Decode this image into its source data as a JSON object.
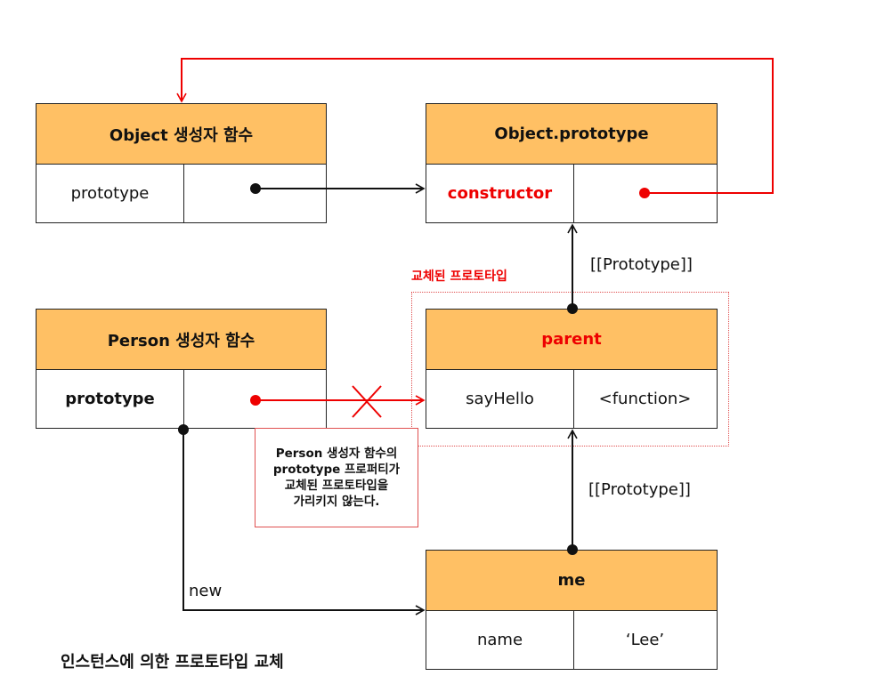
{
  "boxes": {
    "object_ctor": {
      "title": "Object 생성자 함수",
      "left": "prototype",
      "right": ""
    },
    "object_proto": {
      "title": "Object.prototype",
      "left": "constructor",
      "right": ""
    },
    "person_ctor": {
      "title": "Person 생성자 함수",
      "left": "prototype",
      "right": ""
    },
    "parent": {
      "title": "parent",
      "left": "sayHello",
      "right": "<function>"
    },
    "me": {
      "title": "me",
      "left": "name",
      "right": "‘Lee’"
    }
  },
  "labels": {
    "replaced_prototype": "교체된 프로토타입",
    "proto_link_upper": "[[Prototype]]",
    "proto_link_lower": "[[Prototype]]",
    "new_label": "new",
    "caption": "인스턴스에 의한 프로토타입 교체"
  },
  "callout": {
    "lines": [
      "Person 생성자 함수의",
      "prototype 프로퍼티가",
      "교체된 프로토타입을",
      "가리키지 않는다."
    ]
  },
  "colors": {
    "header_fill": "#FFC064",
    "accent_red": "#EE0000",
    "line_black": "#111111"
  }
}
